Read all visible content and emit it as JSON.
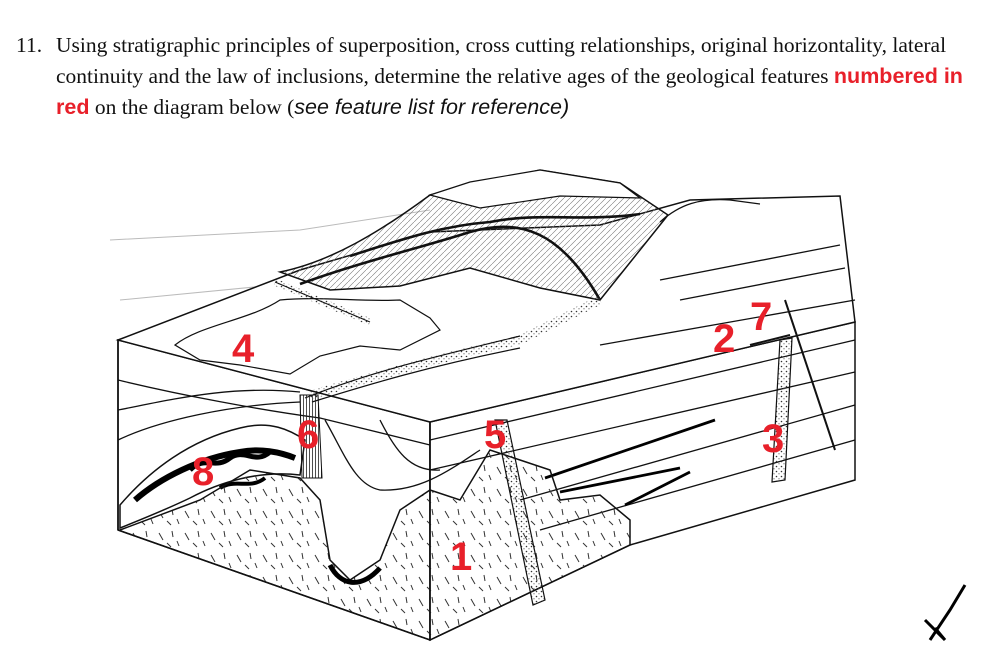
{
  "question": {
    "number": "11.",
    "text_before": "Using stratigraphic principles of superposition, cross cutting relationships, original horizontality, lateral continuity and the law of inclusions, determine the relative ages of the geological features ",
    "highlight": "numbered in red",
    "text_middle": " on the diagram below (",
    "italic_note": "see feature list for reference)"
  },
  "diagram": {
    "labels": [
      "4",
      "2",
      "7",
      "6",
      "5",
      "3",
      "8",
      "1"
    ],
    "label_color": "#e8202a",
    "line_color": "#111111"
  }
}
